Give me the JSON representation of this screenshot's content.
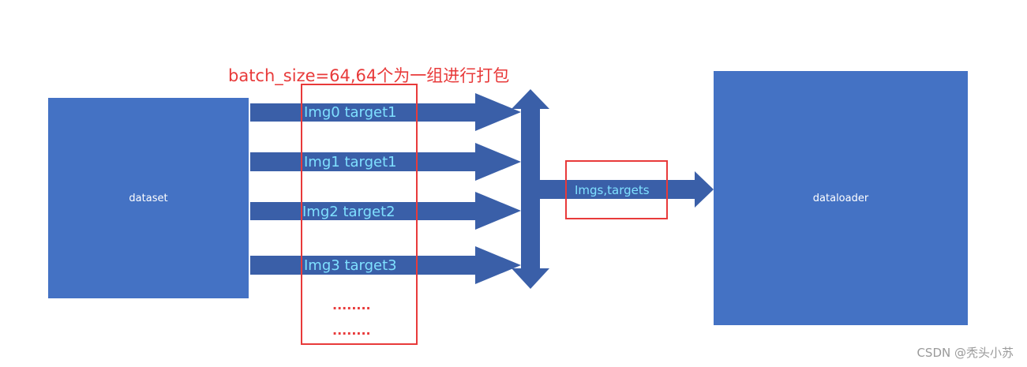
{
  "annotation": "batch_size=64,64个为一组进行打包",
  "dataset_label": "dataset",
  "dataloader_label": "dataloader",
  "samples": [
    {
      "label": "Img0 target1"
    },
    {
      "label": "Img1 target1"
    },
    {
      "label": "Img2 target2"
    },
    {
      "label": "Img3 target3"
    }
  ],
  "ellipsis": [
    "........",
    "........"
  ],
  "output_label": "Imgs,targets",
  "watermark": "CSDN @秃头小苏",
  "colors": {
    "box": "#4472c4",
    "arrow": "#3a5fa8",
    "annotation": "#e83a3a",
    "arrow_text": "#7fe0ff"
  }
}
